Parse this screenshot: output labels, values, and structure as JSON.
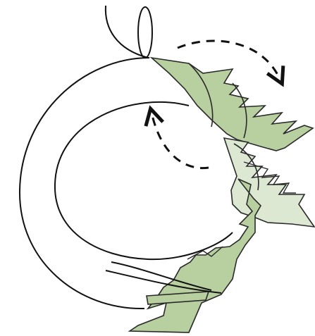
{
  "diagram": {
    "kind": "wreath-with-hanging-loop",
    "colors": {
      "background": "#ffffff",
      "stroke": "#111111",
      "leaf_fill": "#b8cfa0",
      "leaf_fill_light": "#dde8d2",
      "leaf_stroke": "#2a2a2a",
      "arrow": "#111111"
    },
    "arrows": [
      {
        "name": "wrap-direction-arrow-outer",
        "style": "dashed",
        "direction": "clockwise"
      },
      {
        "name": "wrap-direction-arrow-inner",
        "style": "dashed",
        "direction": "counter-clockwise"
      }
    ],
    "leaf_clusters": 3
  }
}
